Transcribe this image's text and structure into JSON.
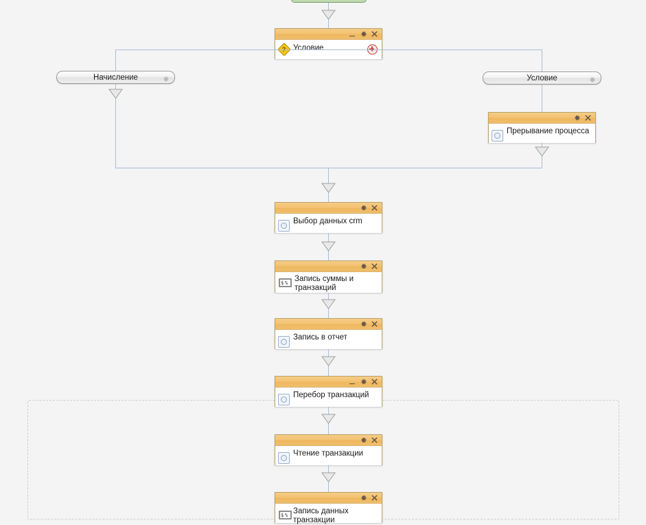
{
  "app": {
    "canvas_background": "#f4f4f4",
    "connector_color": "#a9bdd6",
    "node_header_color": "#f0bd6a",
    "node_border_color": "#b9a36a",
    "start_node_color": "#bcd9ad",
    "loop_border_color": "#cfcfcf"
  },
  "start_node": {
    "name": "start-node",
    "label": ""
  },
  "nodes": [
    {
      "id": "uslovie-condition",
      "label": "Условие",
      "icon": "condition-diamond-icon",
      "buttons": [
        "minimize",
        "gear",
        "close"
      ],
      "has_plus": true,
      "plus_label": "+"
    },
    {
      "id": "preryvanie-processa",
      "label": "Прерывание процесса",
      "icon": "activity-doc-icon",
      "buttons": [
        "gear",
        "close"
      ],
      "has_plus": false
    },
    {
      "id": "vybor-dannyh-crm",
      "label": "Выбор данных crm",
      "icon": "activity-doc-icon",
      "buttons": [
        "gear",
        "close"
      ],
      "has_plus": false
    },
    {
      "id": "zapis-summy-i-tranzakciy",
      "label": "Запись суммы и\nтранзакций",
      "icon": "script-icon",
      "buttons": [
        "gear",
        "close"
      ],
      "has_plus": false
    },
    {
      "id": "zapis-v-otchet",
      "label": "Запись в отчет",
      "icon": "activity-doc-icon",
      "buttons": [
        "gear",
        "close"
      ],
      "has_plus": false
    },
    {
      "id": "perebor-tranzakciy",
      "label": "Перебор транзакций",
      "icon": "activity-doc-icon",
      "buttons": [
        "minimize",
        "gear",
        "close"
      ],
      "has_plus": false
    },
    {
      "id": "chtenie-tranzakcii",
      "label": "Чтение транзакции",
      "icon": "activity-doc-icon",
      "buttons": [
        "gear",
        "close"
      ],
      "has_plus": false
    },
    {
      "id": "zapis-dannyh-tranzakcii",
      "label": "Запись данных транзакции",
      "icon": "activity-doc-icon",
      "buttons": [
        "gear",
        "close"
      ],
      "has_plus": false
    }
  ],
  "branches": [
    {
      "id": "nachislenie",
      "label": "Начисление",
      "icon": "gear-icon"
    },
    {
      "id": "uslovie-branch",
      "label": "Условие",
      "icon": "gear-icon"
    }
  ]
}
